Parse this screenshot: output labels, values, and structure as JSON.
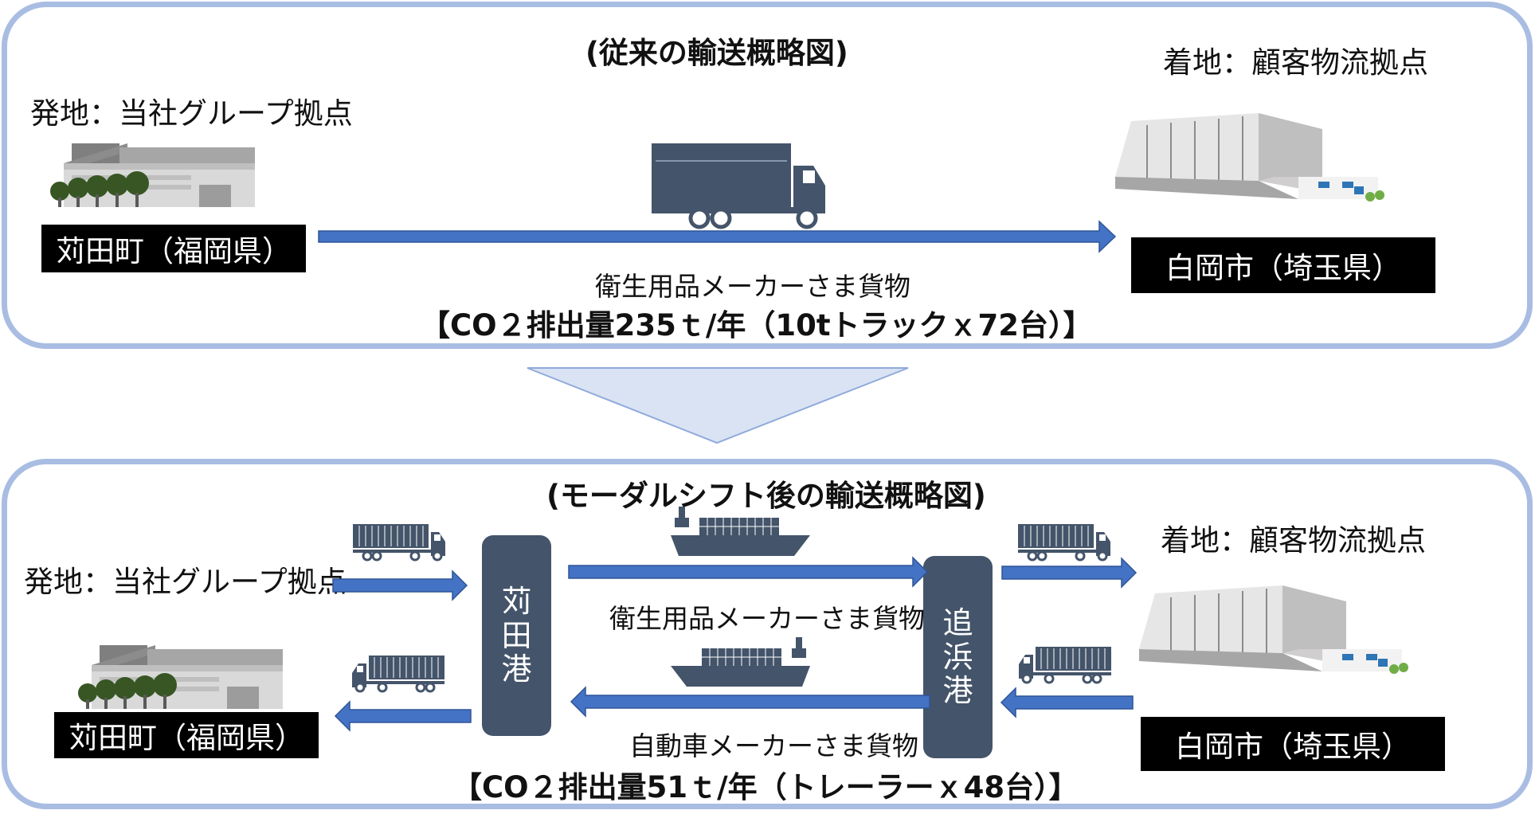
{
  "top": {
    "title": "(従来の輸送概略図)",
    "origin_caption": "発地：当社グループ拠点",
    "origin_label": "苅田町（福岡県）",
    "dest_caption": "着地：顧客物流拠点",
    "dest_label": "白岡市（埼玉県）",
    "cargo": "衛生用品メーカーさま貨物",
    "co2": "【CO２排出量235ｔ/年（10tトラックｘ72台）】"
  },
  "bottom": {
    "title": "(モーダルシフト後の輸送概略図)",
    "origin_caption": "発地：当社グループ拠点",
    "origin_label": "苅田町（福岡県）",
    "dest_caption": "着地：顧客物流拠点",
    "dest_label": "白岡市（埼玉県）",
    "port_left": [
      "苅",
      "田",
      "港"
    ],
    "port_right": [
      "追",
      "浜",
      "港"
    ],
    "cargo_outbound": "衛生用品メーカーさま貨物",
    "cargo_inbound": "自動車メーカーさま貨物",
    "co2": "【CO２排出量51ｔ/年（トレーラーｘ48台）】"
  },
  "colors": {
    "panel_border": "#a9bde3",
    "arrow": "#4472c4",
    "port_fill": "#44546a",
    "label_box": "#000000",
    "chevron": "#dae3f3"
  },
  "icons": [
    "factory-icon",
    "warehouse-icon",
    "truck-icon",
    "trailer-truck-icon",
    "cargo-ship-icon",
    "down-chevron-icon"
  ]
}
